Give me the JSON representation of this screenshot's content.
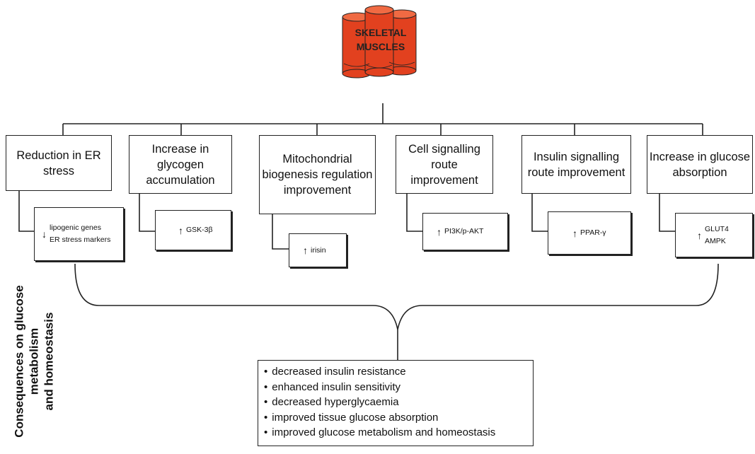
{
  "title": {
    "line1": "SKELETAL",
    "line2": "MUSCLES"
  },
  "colors": {
    "muscle": "#e2411f",
    "muscle_top": "#f06a43",
    "line": "#222222"
  },
  "categories": [
    {
      "label": "Reduction in ER stress"
    },
    {
      "label": "Increase in glycogen accumulation"
    },
    {
      "label": "Mitochondrial biogenesis regulation improvement"
    },
    {
      "label": "Cell signalling route improvement"
    },
    {
      "label": "Insulin signalling route improvement"
    },
    {
      "label": "Increase in glucose absorption"
    }
  ],
  "markers": {
    "er": {
      "arrow": "down",
      "line1": "lipogenic genes",
      "line2": "ER stress markers"
    },
    "glycogen": {
      "arrow": "up",
      "text": "GSK-3β"
    },
    "mito": {
      "arrow": "up",
      "text": "irisin"
    },
    "cell": {
      "arrow": "up",
      "text": "PI3K/p-AKT"
    },
    "insulin": {
      "arrow": "up",
      "text": "PPAR-γ"
    },
    "glucose": {
      "arrow": "up",
      "line1": "GLUT4",
      "line2": "AMPK"
    }
  },
  "side_label": {
    "line1": "Consequences on glucose",
    "line2": "metabolism",
    "line3": "and homeostasis"
  },
  "outcomes": [
    "decreased insulin resistance",
    "enhanced insulin sensitivity",
    "decreased hyperglycaemia",
    "improved tissue glucose absorption",
    "improved glucose metabolism and homeostasis"
  ]
}
